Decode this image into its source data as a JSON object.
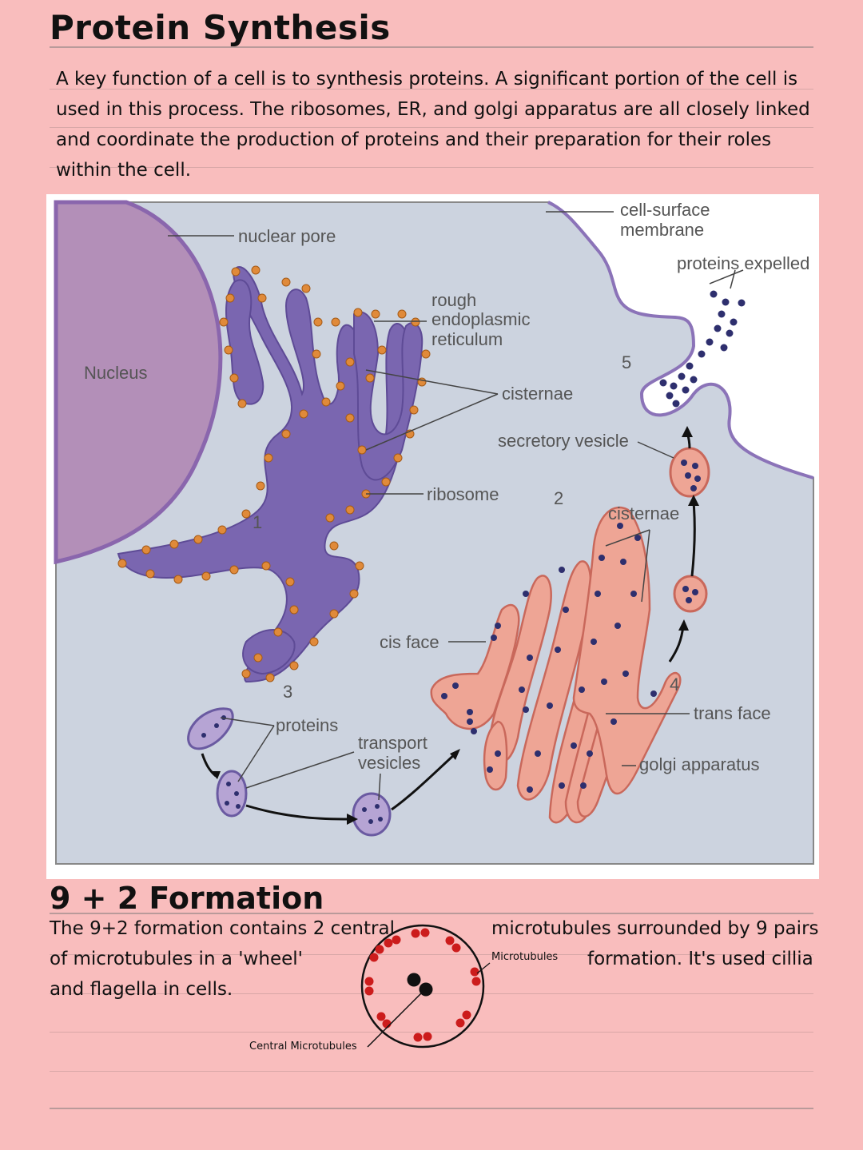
{
  "title": "Protein Synthesis",
  "intro": "A key function of a cell is to synthesis proteins. A significant portion of the cell is used in this process. The ribosomes, ER, and golgi apparatus are all closely linked and coordinate the production of proteins and their preparation for their roles within the cell.",
  "diagram": {
    "labels": {
      "nuclear_pore": "nuclear pore",
      "nucleus": "Nucleus",
      "rer_1": "rough",
      "rer_2": "endoplasmic",
      "rer_3": "reticulum",
      "cisternae_er": "cisternae",
      "ribosome": "ribosome",
      "cell_surface_1": "cell-surface",
      "cell_surface_2": "membrane",
      "proteins_expelled": "proteins expelled",
      "secretory_vesicle": "secretory vesicle",
      "cisternae_golgi": "cisternae",
      "cis_face": "cis face",
      "trans_face": "trans face",
      "golgi_apparatus": "golgi apparatus",
      "proteins": "proteins",
      "transport_1": "transport",
      "transport_2": "vesicles"
    },
    "numbers": [
      "1",
      "2",
      "3",
      "4",
      "5"
    ]
  },
  "section2": {
    "heading": "9 + 2 Formation",
    "left_lines": [
      "The 9+2 formation contains 2 central",
      "of microtubules in a 'wheel'",
      "and flagella in cells."
    ],
    "right_lines": [
      "microtubules surrounded by 9 pairs",
      "formation. It's used cillia"
    ],
    "label_microtubules": "Microtubules",
    "label_central": "Central Microtubules"
  },
  "colors": {
    "background": "#f9bdbd",
    "cytoplasm": "#ccd3df",
    "er": "#7a66b0",
    "ribosome": "#e08a3a",
    "golgi": "#eea595",
    "protein_dot": "#2e2f6e",
    "microtubule_red": "#cc1c1c"
  }
}
